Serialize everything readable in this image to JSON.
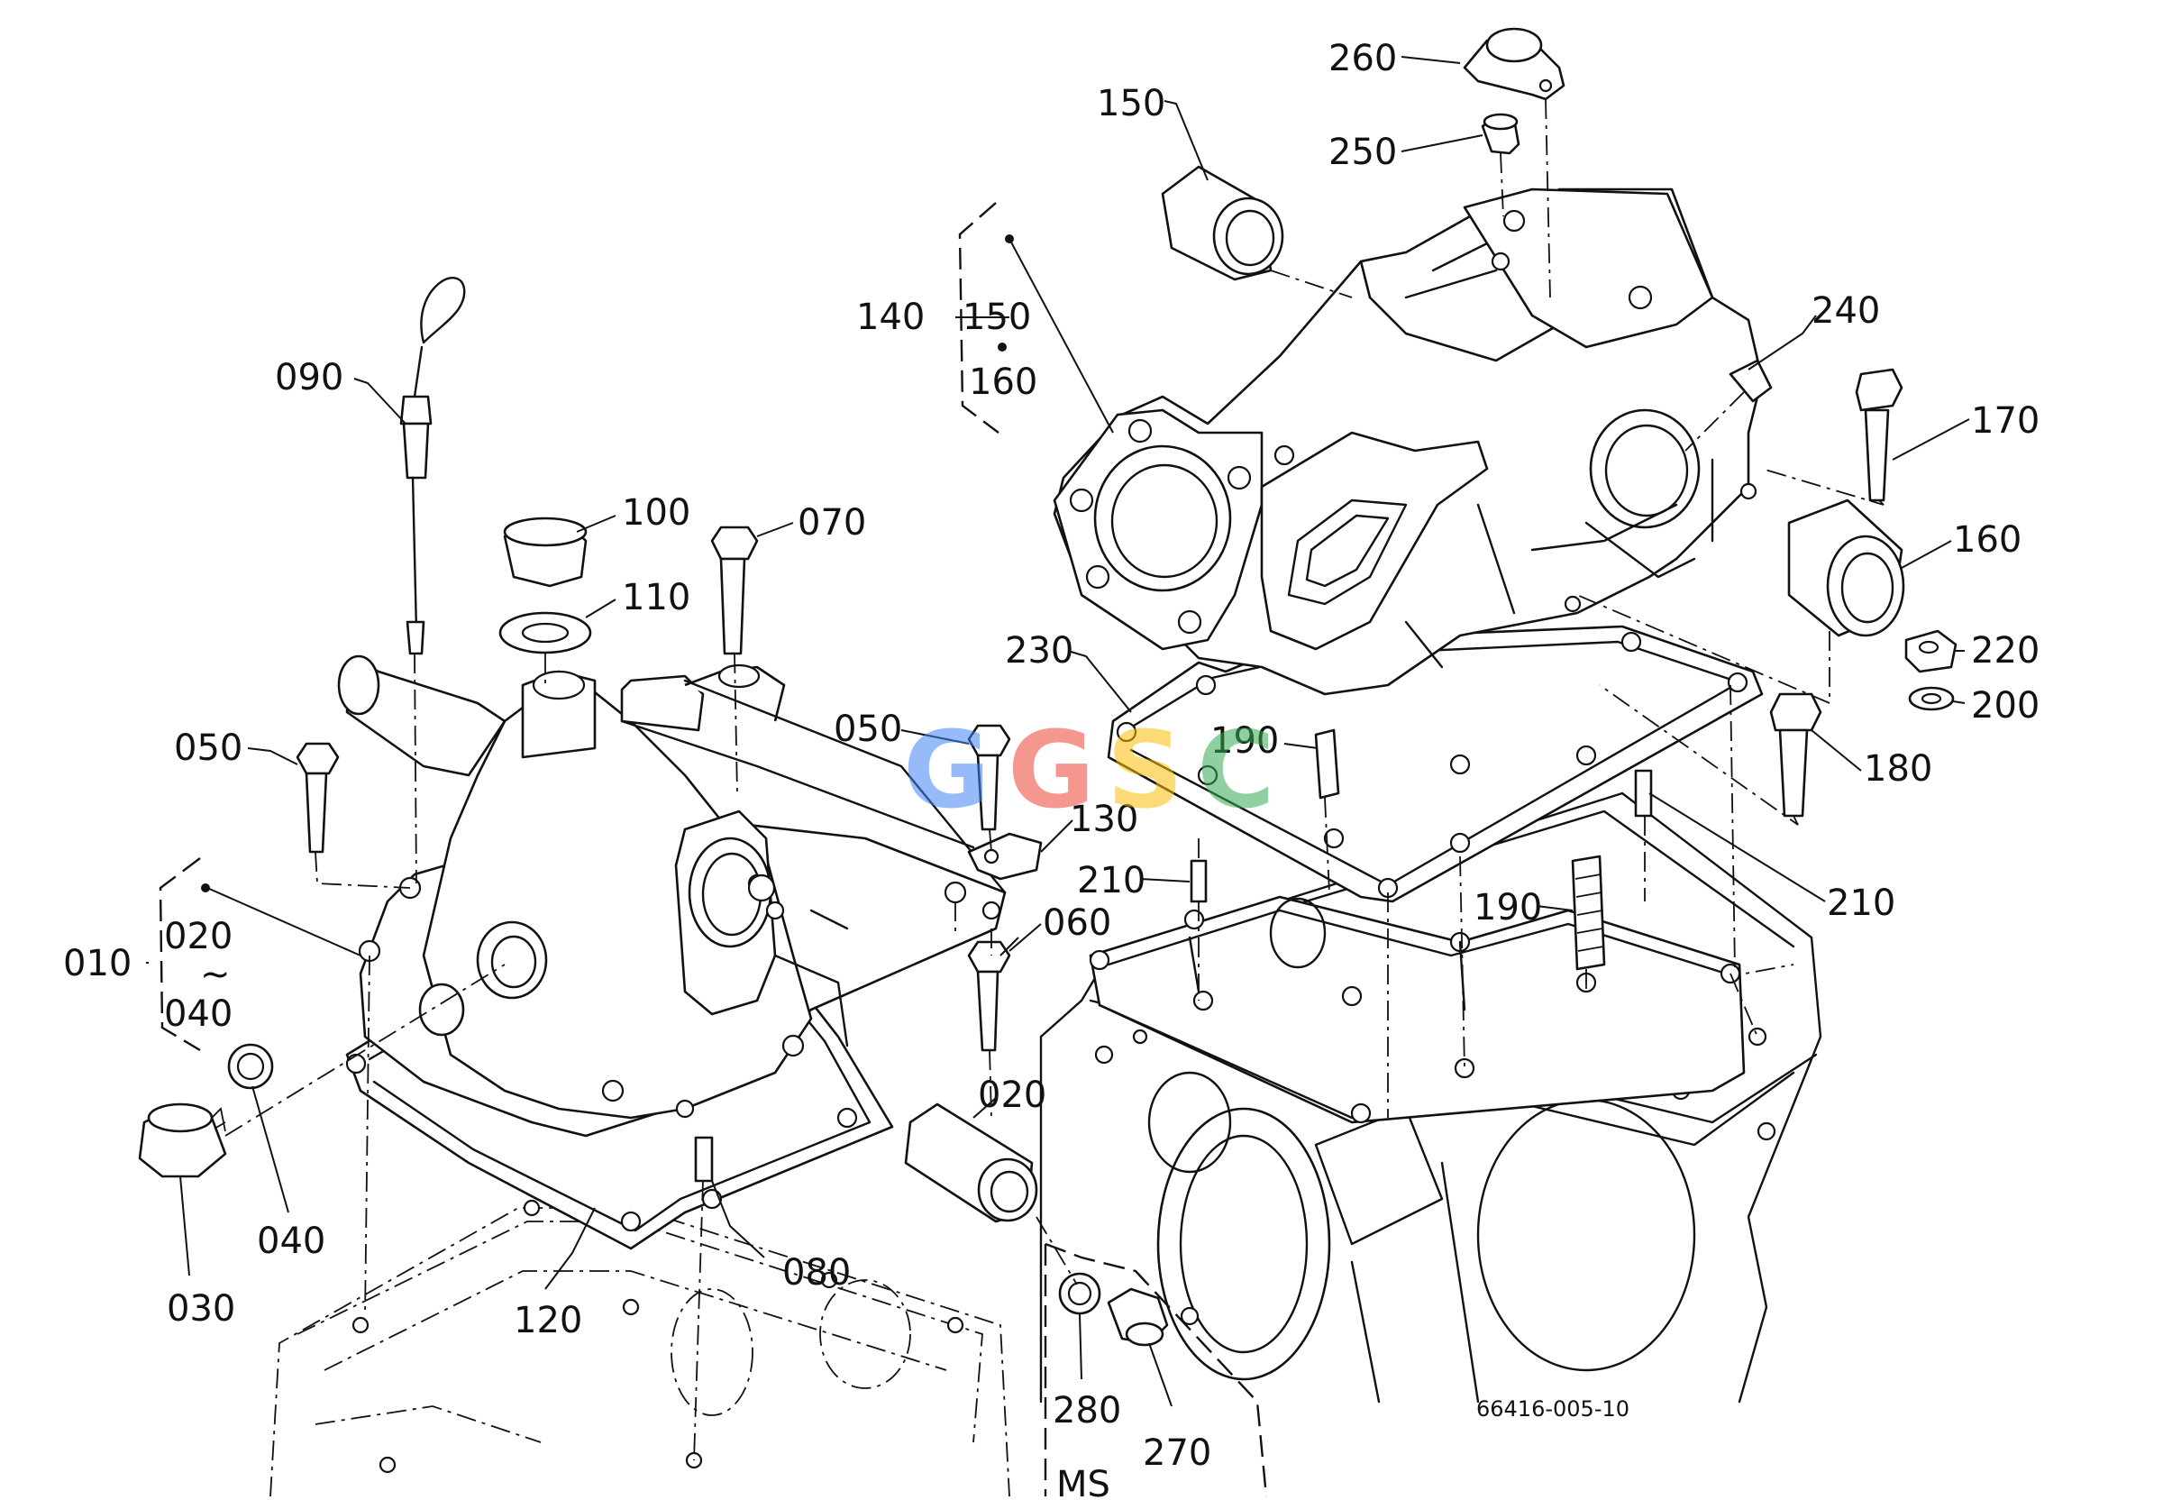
{
  "callouts": {
    "c260": "260",
    "c250": "250",
    "c150_top": "150",
    "c140": "140",
    "c150_group": "150",
    "c160_group": "160",
    "c240": "240",
    "c170": "170",
    "c160": "160",
    "c220": "220",
    "c200": "200",
    "c180": "180",
    "c230": "230",
    "c190_top": "190",
    "c210_top": "210",
    "c190": "190",
    "c210": "210",
    "c090": "090",
    "c100": "100",
    "c110": "110",
    "c070": "070",
    "c050_left": "050",
    "c050_right": "050",
    "c130": "130",
    "c060": "060",
    "c010": "010",
    "c020_group": "020",
    "c040_group": "040",
    "c020": "020",
    "c030": "030",
    "c040": "040",
    "c120": "120",
    "c080": "080",
    "c280": "280",
    "c270": "270"
  },
  "group_marks": {
    "range_tilde": "~"
  },
  "variant_label": "MS",
  "figure_code": "66416-005-10",
  "watermark": {
    "letters": [
      "G",
      "G",
      "S",
      "C"
    ],
    "colors": [
      "#4285F4",
      "#EA4335",
      "#FBBC05",
      "#34A853"
    ]
  }
}
